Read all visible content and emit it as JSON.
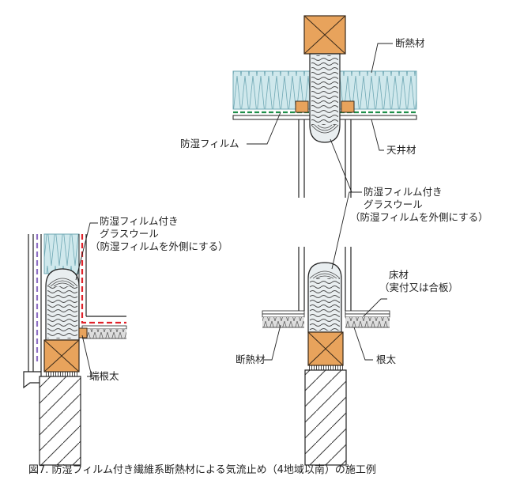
{
  "labels": {
    "insulation_top": "断熱材",
    "vapor_film": "防湿フィルム",
    "ceiling_material": "天井材",
    "gw_top_line1": "防湿フィルム付き",
    "gw_top_line2": "グラスウール",
    "gw_top_line3": "（防湿フィルムを外側にする）",
    "gw_left_line1": "防湿フィルム付き",
    "gw_left_line2": "グラスウール",
    "gw_left_line3": "（防湿フィルムを外側にする）",
    "floor_line1": "床材",
    "floor_line2": "（実付又は合板）",
    "rim_joist": "端根太",
    "insulation_bottom": "断熱材",
    "joist": "根太"
  },
  "caption": "図7. 防湿フィルム付き繊維系断熱材による気流止め（4地域以南）の施工例",
  "colors": {
    "insulation_fill": "#cfe8ec",
    "insulation_stroke": "#6fa8b4",
    "wood": "#e8a35c",
    "wood_stroke": "#3a2a1a",
    "green_film": "#1f8f4a",
    "red_film": "#e0222a",
    "purple_film": "#8e6fc4",
    "line": "#222222"
  }
}
